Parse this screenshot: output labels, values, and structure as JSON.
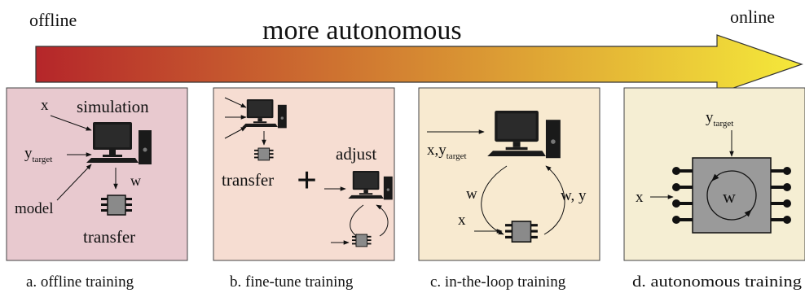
{
  "header": {
    "left_label": "offline",
    "right_label": "online",
    "arrow_label": "more autonomous"
  },
  "colors": {
    "arrow_start": "#b5262a",
    "arrow_end": "#f5e93a",
    "panel_a": "#e8c9cf",
    "panel_b": "#f6ddd2",
    "panel_c": "#f8ead0",
    "panel_d": "#f5eed3",
    "module": "#9a9a9a"
  },
  "panels": [
    {
      "caption": "a. offline training",
      "simulation": "simulation",
      "x": "x",
      "y": "y",
      "y_sub": "target",
      "model": "model",
      "w": "w",
      "transfer": "transfer"
    },
    {
      "caption": "b. fine-tune training",
      "transfer": "transfer",
      "plus": "+",
      "adjust": "adjust"
    },
    {
      "caption": "c. in-the-loop  training",
      "xy": "x,y",
      "xy_sub": "target",
      "w": "w",
      "wy": "w, y",
      "x": "x"
    },
    {
      "caption": "d. autonomous training",
      "y": "y",
      "y_sub": "target",
      "x": "x",
      "w": "w"
    }
  ]
}
